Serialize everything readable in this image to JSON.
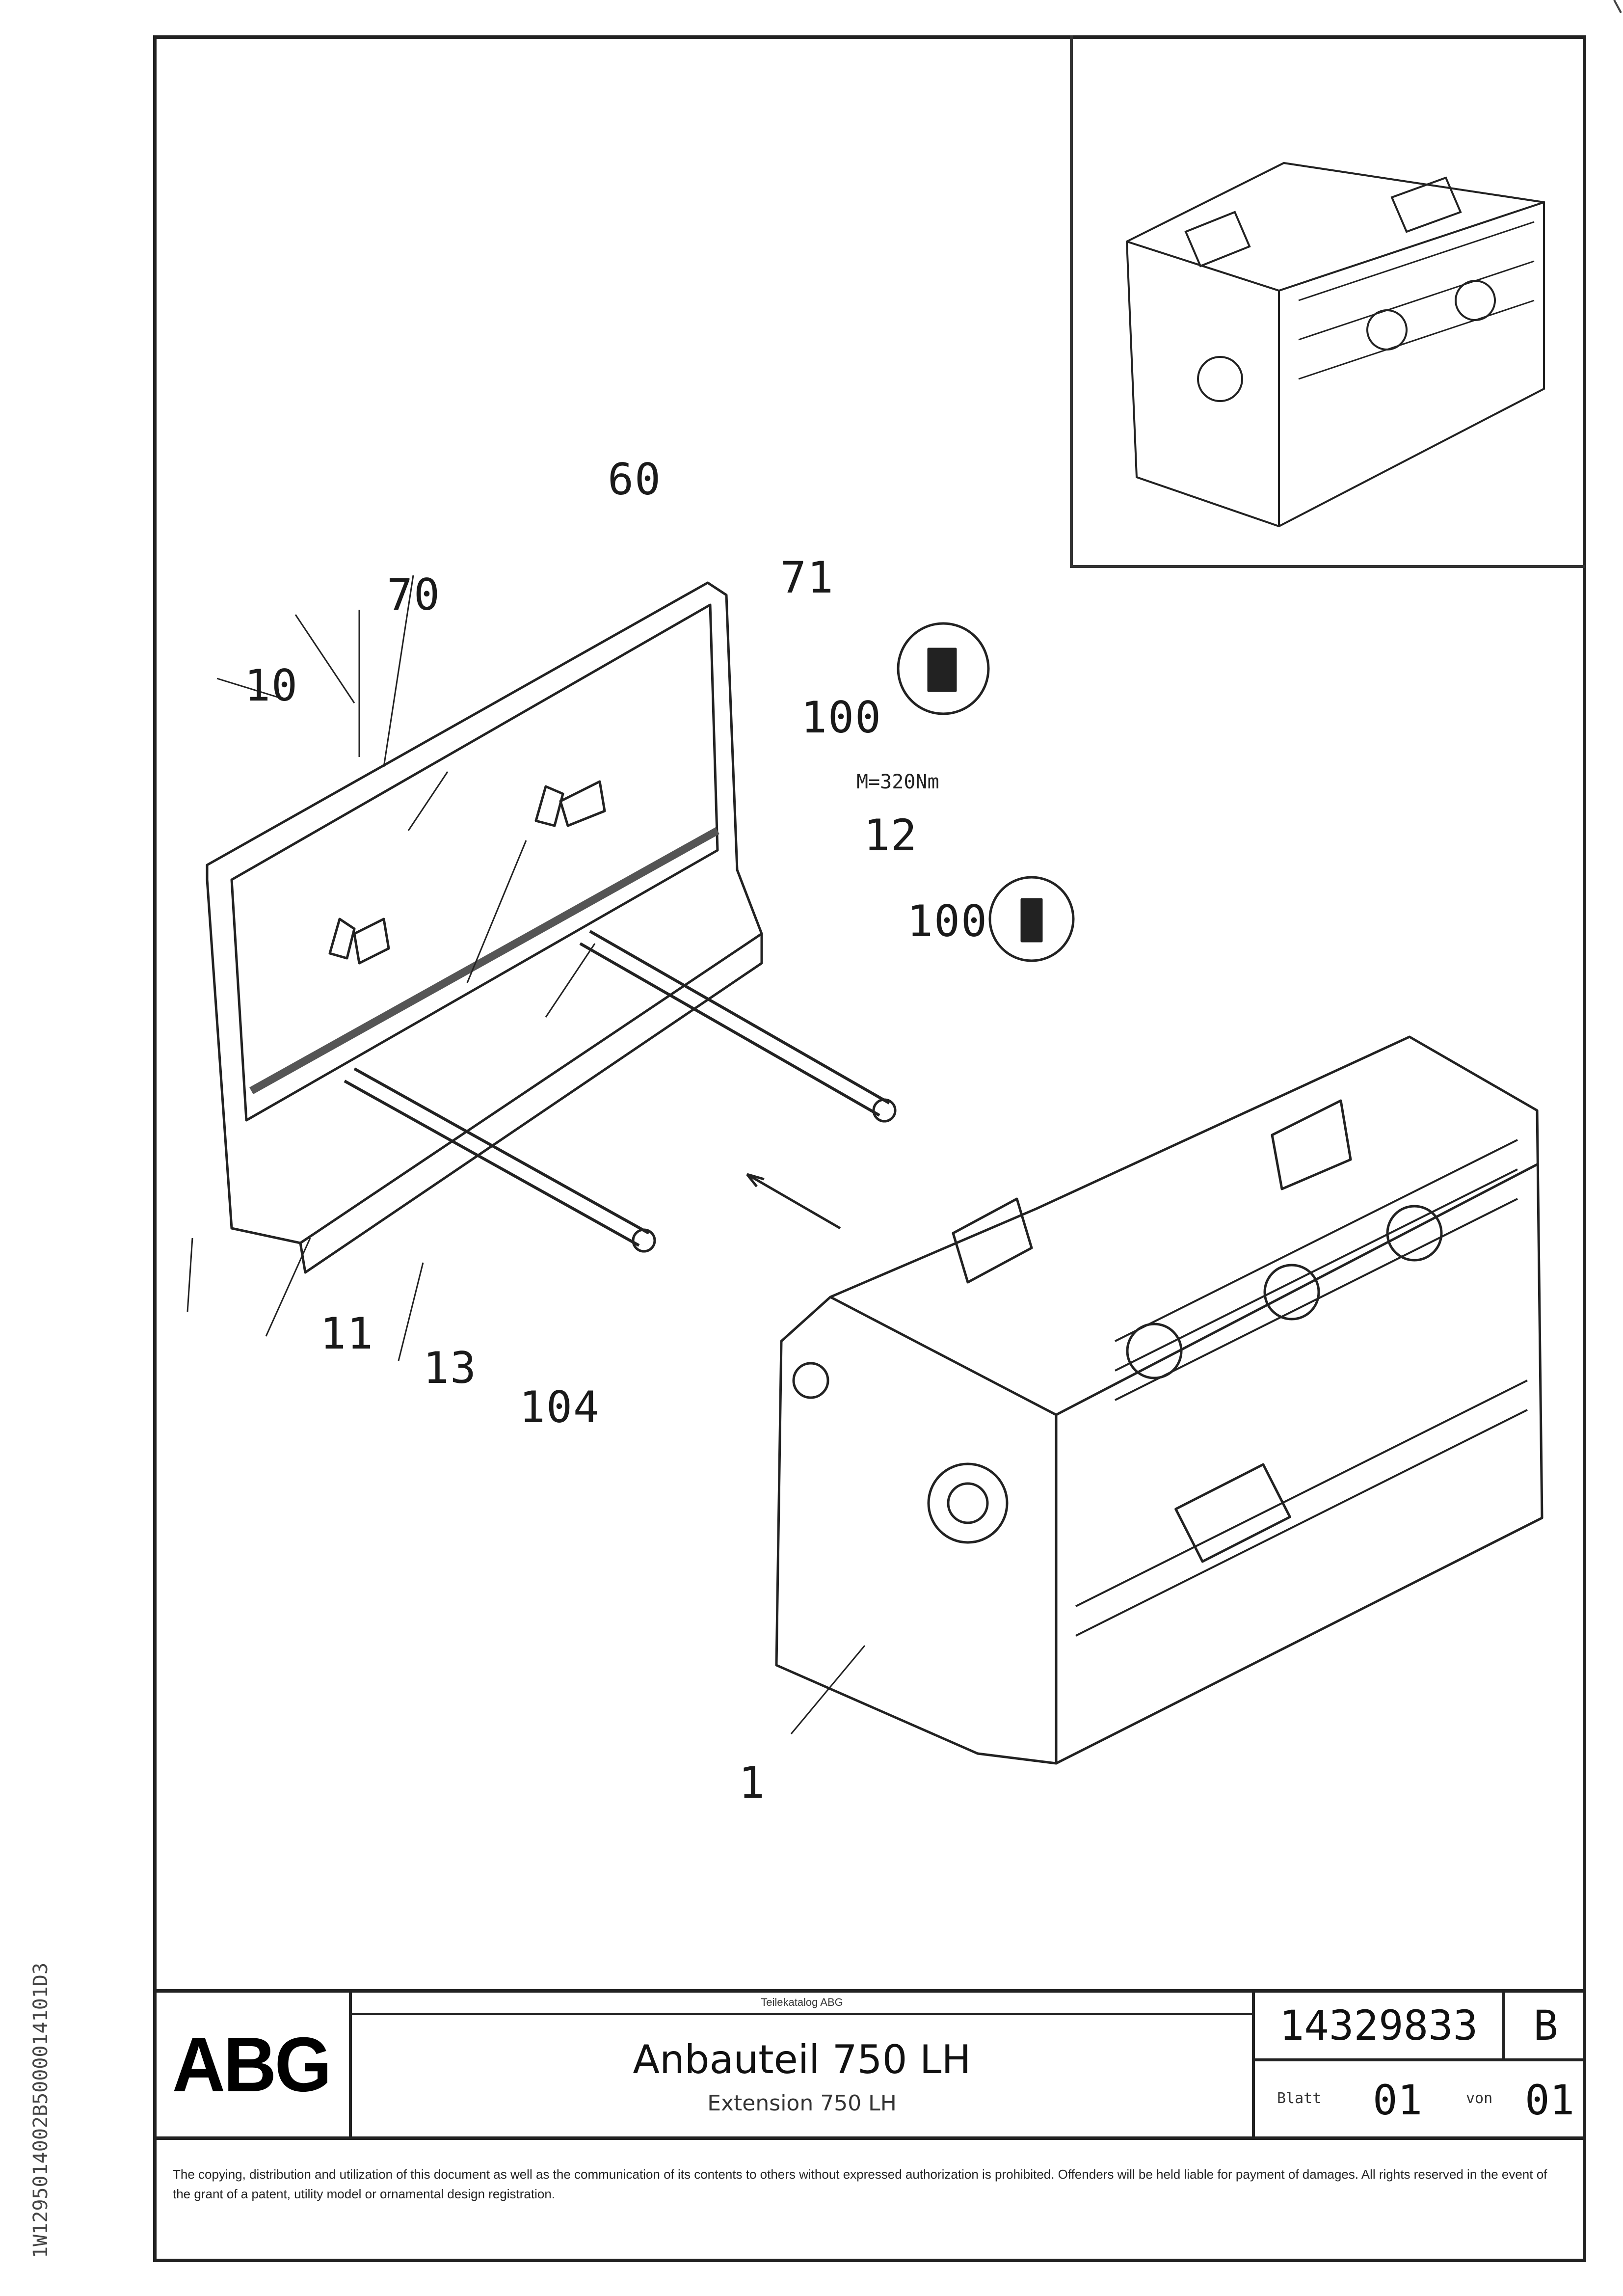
{
  "callouts": {
    "c60": "60",
    "c70": "70",
    "c10": "10",
    "c71": "71",
    "c100a": "100",
    "c100b": "100",
    "c12": "12",
    "c11": "11",
    "c13": "13",
    "c104": "104",
    "c1": "1"
  },
  "torque_note": "M=320Nm",
  "title_block": {
    "logo": "ABG",
    "header_small": "Teilekatalog ABG",
    "title_de": "Anbauteil 750 LH",
    "title_en": "Extension 750 LH",
    "drawing_number": "14329833",
    "revision": "B",
    "sheet_label": "Blatt",
    "sheet_value": "01",
    "of_label": "von",
    "of_value": "01"
  },
  "disclaimer": "The copying, distribution and utilization of this document as well as the communication of its contents to others without expressed authorization is prohibited. Offenders will be held liable for payment of damages. All rights reserved in the event of the grant of a patent, utility model or ornamental design registration.",
  "side_code": "1W1295014002B5000014101D3"
}
